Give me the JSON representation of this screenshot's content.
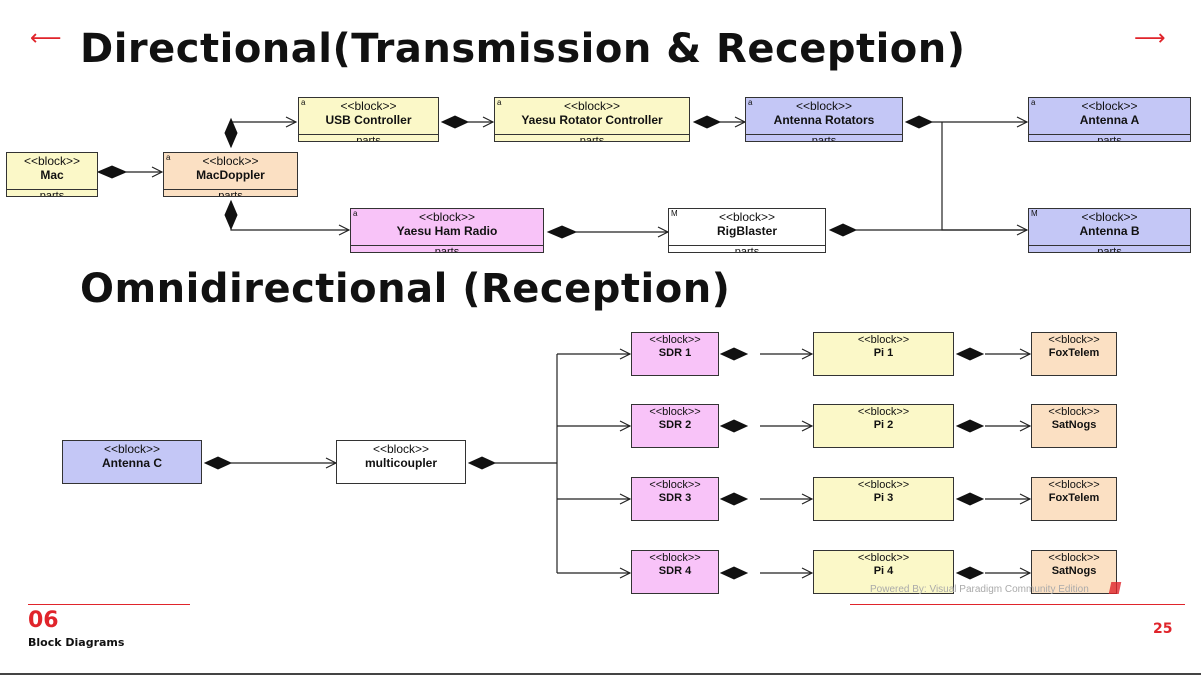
{
  "slide": {
    "title_directional": "Directional(Transmission & Reception)",
    "title_omni": "Omnidirectional (Reception)",
    "section_number": "06",
    "section_label": "Block Diagrams",
    "page_number": "25",
    "powered_by": "Powered By: Visual Paradigm Community Edition",
    "accent_color": "#e0242b"
  },
  "stereotype": "<<block>>",
  "compartment_label": "parts",
  "blocks": {
    "mac": "Mac",
    "macdoppler": "MacDoppler",
    "usb_controller": "USB Controller",
    "yaesu_rotator_controller": "Yaesu Rotator Controller",
    "antenna_rotators": "Antenna Rotators",
    "antenna_a": "Antenna A",
    "yaesu_ham_radio": "Yaesu Ham Radio",
    "rigblaster": "RigBlaster",
    "antenna_b": "Antenna B",
    "antenna_c": "Antenna C",
    "multicoupler": "multicoupler",
    "sdr1": "SDR 1",
    "pi1": "Pi 1",
    "out1": "FoxTelem",
    "sdr2": "SDR 2",
    "pi2": "Pi 2",
    "out2": "SatNogs",
    "sdr3": "SDR 3",
    "pi3": "Pi 3",
    "out3": "FoxTelem",
    "sdr4": "SDR 4",
    "pi4": "Pi 4",
    "out4": "SatNogs"
  },
  "block_colors": {
    "yellow": "#fbf8c8",
    "orange": "#fbe0c3",
    "blue": "#c4c7f6",
    "pink": "#f8c3f8",
    "white": "#ffffff"
  }
}
